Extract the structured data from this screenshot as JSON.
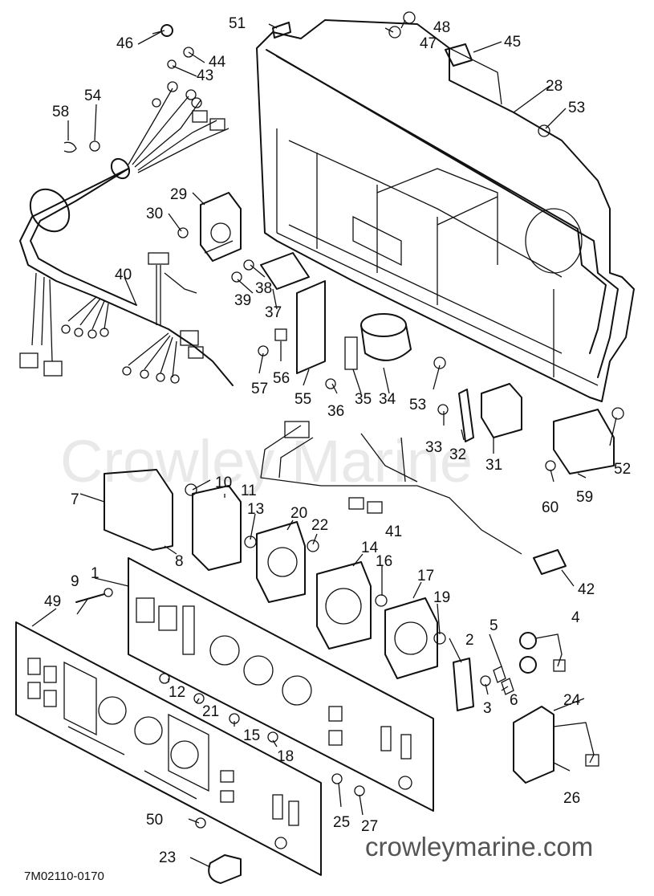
{
  "watermark": "Crowley Marine",
  "website": "crowleymarine.com",
  "catalog_number": "7M02110-0170",
  "callouts": [
    {
      "id": "c1",
      "label": "1"
    },
    {
      "id": "c2",
      "label": "2"
    },
    {
      "id": "c3",
      "label": "3"
    },
    {
      "id": "c4",
      "label": "4"
    },
    {
      "id": "c5",
      "label": "5"
    },
    {
      "id": "c6",
      "label": "6"
    },
    {
      "id": "c7",
      "label": "7"
    },
    {
      "id": "c8",
      "label": "8"
    },
    {
      "id": "c9",
      "label": "9"
    },
    {
      "id": "c10",
      "label": "10"
    },
    {
      "id": "c11",
      "label": "11"
    },
    {
      "id": "c12",
      "label": "12"
    },
    {
      "id": "c13",
      "label": "13"
    },
    {
      "id": "c14",
      "label": "14"
    },
    {
      "id": "c15",
      "label": "15"
    },
    {
      "id": "c16",
      "label": "16"
    },
    {
      "id": "c17",
      "label": "17"
    },
    {
      "id": "c18",
      "label": "18"
    },
    {
      "id": "c19",
      "label": "19"
    },
    {
      "id": "c20",
      "label": "20"
    },
    {
      "id": "c21",
      "label": "21"
    },
    {
      "id": "c22",
      "label": "22"
    },
    {
      "id": "c23",
      "label": "23"
    },
    {
      "id": "c24",
      "label": "24"
    },
    {
      "id": "c25",
      "label": "25"
    },
    {
      "id": "c26",
      "label": "26"
    },
    {
      "id": "c27",
      "label": "27"
    },
    {
      "id": "c28",
      "label": "28"
    },
    {
      "id": "c29",
      "label": "29"
    },
    {
      "id": "c30",
      "label": "30"
    },
    {
      "id": "c31",
      "label": "31"
    },
    {
      "id": "c32",
      "label": "32"
    },
    {
      "id": "c33",
      "label": "33"
    },
    {
      "id": "c34",
      "label": "34"
    },
    {
      "id": "c35",
      "label": "35"
    },
    {
      "id": "c36",
      "label": "36"
    },
    {
      "id": "c37",
      "label": "37"
    },
    {
      "id": "c38",
      "label": "38"
    },
    {
      "id": "c39",
      "label": "39"
    },
    {
      "id": "c40",
      "label": "40"
    },
    {
      "id": "c41",
      "label": "41"
    },
    {
      "id": "c42",
      "label": "42"
    },
    {
      "id": "c43",
      "label": "43"
    },
    {
      "id": "c44",
      "label": "44"
    },
    {
      "id": "c45",
      "label": "45"
    },
    {
      "id": "c46",
      "label": "46"
    },
    {
      "id": "c47",
      "label": "47"
    },
    {
      "id": "c48",
      "label": "48"
    },
    {
      "id": "c49",
      "label": "49"
    },
    {
      "id": "c50",
      "label": "50"
    },
    {
      "id": "c51",
      "label": "51"
    },
    {
      "id": "c52",
      "label": "52"
    },
    {
      "id": "c53a",
      "label": "53"
    },
    {
      "id": "c53b",
      "label": "53"
    },
    {
      "id": "c54",
      "label": "54"
    },
    {
      "id": "c55",
      "label": "55"
    },
    {
      "id": "c56",
      "label": "56"
    },
    {
      "id": "c57",
      "label": "57"
    },
    {
      "id": "c58",
      "label": "58"
    },
    {
      "id": "c59",
      "label": "59"
    },
    {
      "id": "c60",
      "label": "60"
    }
  ]
}
